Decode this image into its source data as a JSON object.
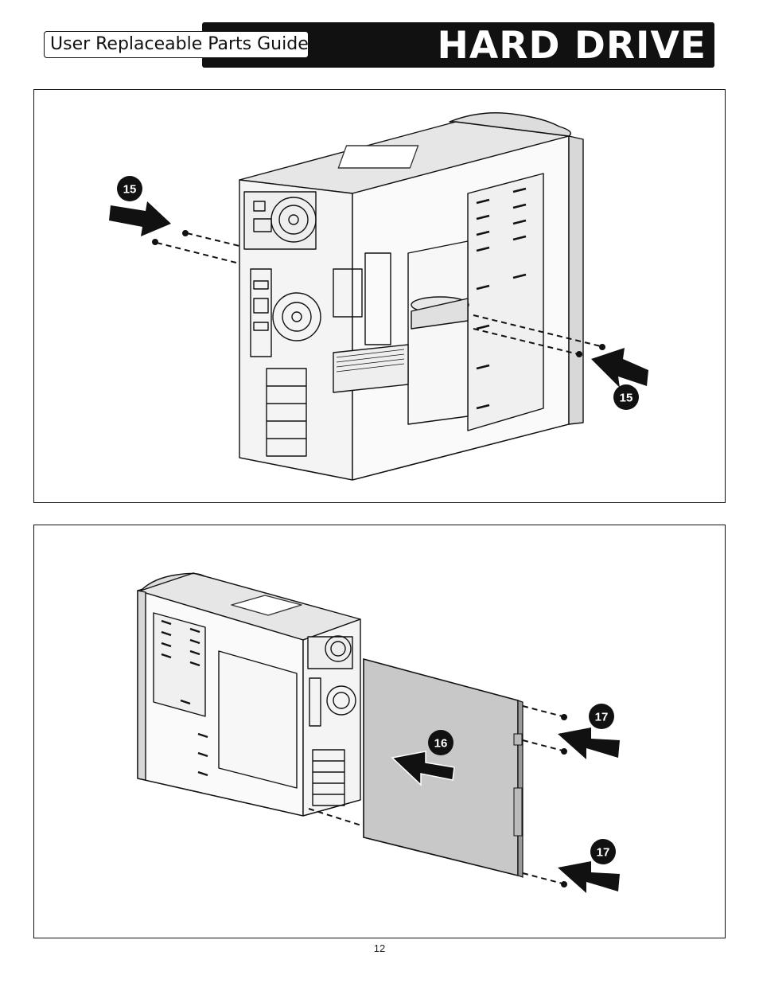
{
  "header": {
    "guide_title": "User Replaceable Parts Guide",
    "section_title": "HARD DRIVE"
  },
  "figure_1": {
    "callouts": [
      "15",
      "15"
    ]
  },
  "figure_2": {
    "callouts": [
      "16",
      "17",
      "17"
    ]
  },
  "footer": {
    "page_number": "12"
  },
  "colors": {
    "header_background": "#111111",
    "panel_fill": "#c8c8c8"
  }
}
